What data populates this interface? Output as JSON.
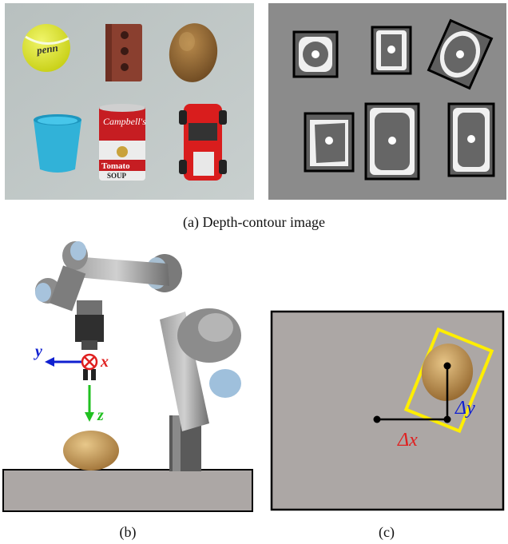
{
  "figure": {
    "caption_a": "(a) Depth-contour image",
    "caption_b": "(b)",
    "caption_c": "(c)"
  },
  "photo_a": {
    "objects": [
      "tennis-ball",
      "brick",
      "potato",
      "cup",
      "soup-can",
      "toy-car"
    ],
    "ball_text": "penn",
    "can_brand": "Campbell's",
    "can_label": "Tomato",
    "can_sub": "SOUP"
  },
  "robot_b": {
    "axis_x": "x",
    "axis_y": "y",
    "axis_z": "z"
  },
  "grasp_c": {
    "delta_x": "Δx",
    "delta_y": "Δy"
  },
  "colors": {
    "axis_x": "#e02020",
    "axis_y": "#1020d0",
    "axis_z": "#20c020",
    "bbox": "#ffee00"
  }
}
